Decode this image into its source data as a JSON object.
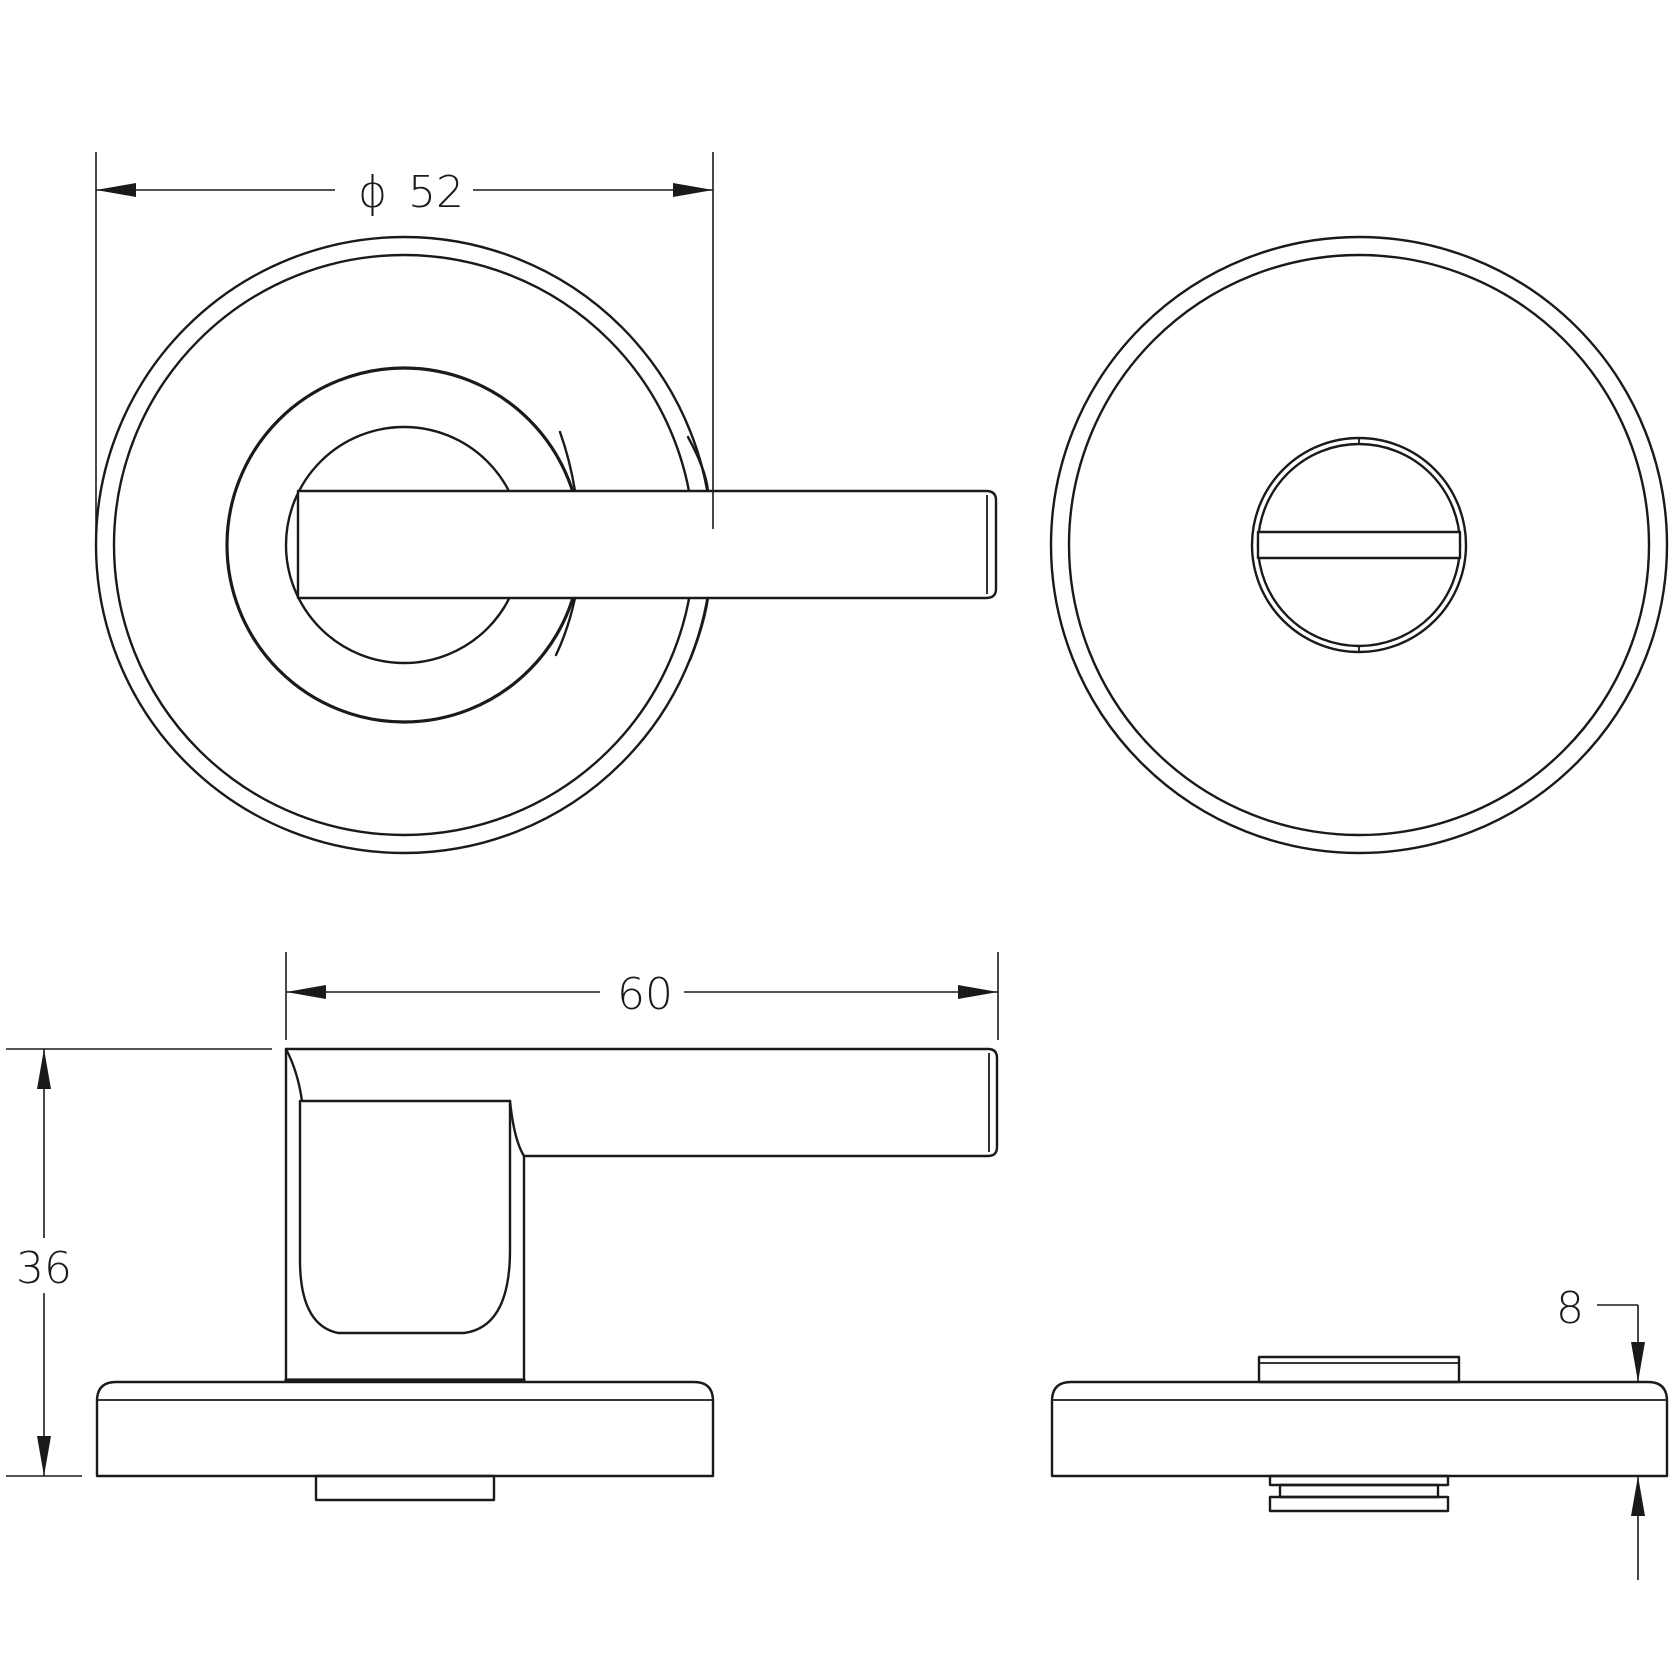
{
  "dimensions": {
    "diameter": {
      "symbol": "ϕ",
      "value": "52"
    },
    "lever_length": {
      "value": "60"
    },
    "overall_height": {
      "value": "36"
    },
    "rose_thickness": {
      "value": "8"
    }
  }
}
